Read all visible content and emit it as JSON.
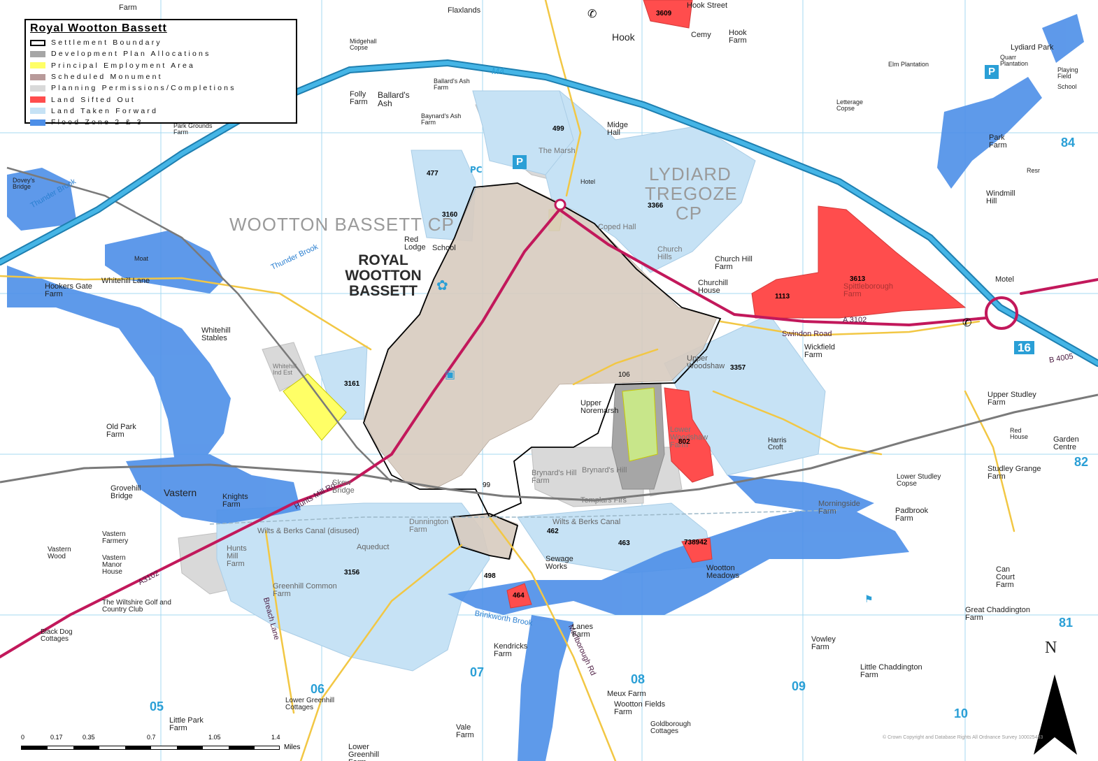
{
  "legend": {
    "title": "Royal Wootton Bassett",
    "items": [
      {
        "label": "Settlement Boundary",
        "fill": "#ffffff",
        "stroke": "#000000"
      },
      {
        "label": "Development Plan Allocations",
        "fill": "#a6a6a6",
        "stroke": "#a6a6a6"
      },
      {
        "label": "Principal Employment Area",
        "fill": "#ffff66",
        "stroke": "#ffff66"
      },
      {
        "label": "Scheduled Monument",
        "fill": "#b89a9a",
        "stroke": "#b89a9a"
      },
      {
        "label": "Planning Permissions/Completions",
        "fill": "#d9d9d9",
        "stroke": "#d9d9d9"
      },
      {
        "label": "Land Sifted Out",
        "fill": "#ff4d4d",
        "stroke": "#ff4d4d"
      },
      {
        "label": "Land Taken Forward",
        "fill": "#c6e2f5",
        "stroke": "#c6e2f5"
      },
      {
        "label": "Flood Zone 2 & 3",
        "fill": "#4d8fe8",
        "stroke": "#4d8fe8"
      }
    ]
  },
  "colors": {
    "land_taken_forward": "#c6e2f5",
    "land_sifted_out": "#ff4d4d",
    "flood_zone": "#4d8fe8",
    "development_plan": "#a6a6a6",
    "planning_permissions": "#d9d9d9",
    "employment_area": "#ffff66",
    "motorway": "#2a9fd6",
    "a_road": "#c2185b",
    "minor_road": "#f2c744",
    "railway": "#7a7a7a",
    "built_up": "#c9b8a8"
  },
  "labels": {
    "town": "ROYAL WOOTTON BASSETT",
    "cp_wootton": "WOOTTON BASSETT CP",
    "cp_lydiard_1": "LYDIARD",
    "cp_lydiard_2": "TREGOZE",
    "cp_lydiard_3": "CP",
    "m4": "M4",
    "junction": "16",
    "a3102": "A3102",
    "a3102_east": "A 3102",
    "b4005": "B 4005",
    "swindon_road": "Swindon Road",
    "thunder_brook_w": "Thunder Brook",
    "thunder_brook_c": "Thunder Brook",
    "whitehill_lane": "Whitehill Lane",
    "brinkworth_brook": "Brinkworth Brook",
    "canal_w": "Wilts & Berks Canal (disused)",
    "canal_e": "Wilts & Berks Canal",
    "aqueduct": "Aqueduct",
    "hunts_mill_rd": "Hunts Mill Rd",
    "breach_lane": "Breach Lane",
    "marlborough_rd": "Marlborough Rd",
    "vastern": "Vastern",
    "copyright": "© Crown Copyright and Database Rights All Ordnance Survey 100025433"
  },
  "places": [
    {
      "name": "Farm"
    },
    {
      "name": "Flaxlands"
    },
    {
      "name": "Hook Street"
    },
    {
      "name": "Hook"
    },
    {
      "name": "Cemy"
    },
    {
      "name": "Hook Farm"
    },
    {
      "name": "Midgehall Copse"
    },
    {
      "name": "Folly Farm"
    },
    {
      "name": "Ballard's Ash"
    },
    {
      "name": "Ballard's Ash Farm"
    },
    {
      "name": "Baynard's Ash Farm"
    },
    {
      "name": "Midge Hall"
    },
    {
      "name": "The Marsh"
    },
    {
      "name": "Elm Plantation"
    },
    {
      "name": "Letterage Copse"
    },
    {
      "name": "Lydiard Park"
    },
    {
      "name": "Quarr Plantation"
    },
    {
      "name": "Playing Field"
    },
    {
      "name": "School"
    },
    {
      "name": "Park Farm"
    },
    {
      "name": "Windmill Hill"
    },
    {
      "name": "Resr"
    },
    {
      "name": "Motel"
    },
    {
      "name": "Hotel"
    },
    {
      "name": "Coped Hall"
    },
    {
      "name": "Church Hills"
    },
    {
      "name": "Church Hill Farm"
    },
    {
      "name": "Churchill House"
    },
    {
      "name": "Spittleborough Farm"
    },
    {
      "name": "Wickfield Farm"
    },
    {
      "name": "Upper Woodshaw"
    },
    {
      "name": "Upper Studley Farm"
    },
    {
      "name": "Red House"
    },
    {
      "name": "Garden Centre"
    },
    {
      "name": "Studley Grange Farm"
    },
    {
      "name": "Lower Studley Copse"
    },
    {
      "name": "Padbrook Farm"
    },
    {
      "name": "Morningside Farm"
    },
    {
      "name": "Harris Croft"
    },
    {
      "name": "Lower Woodshaw Farm"
    },
    {
      "name": "Upper Noremarsh"
    },
    {
      "name": "Brynard's Hill Farm"
    },
    {
      "name": "Brynard's Hill"
    },
    {
      "name": "Templars Firs"
    },
    {
      "name": "Dunnington Farm"
    },
    {
      "name": "Sewage Works"
    },
    {
      "name": "Wootton Meadows"
    },
    {
      "name": "Can Court Farm"
    },
    {
      "name": "Great Chaddington Farm"
    },
    {
      "name": "Vowley Farm"
    },
    {
      "name": "Little Chaddington Farm"
    },
    {
      "name": "Lanes Farm"
    },
    {
      "name": "Kendricks Farm"
    },
    {
      "name": "Meux Farm"
    },
    {
      "name": "Wootton Fields Farm"
    },
    {
      "name": "Goldborough Cottages"
    },
    {
      "name": "Vale Farm"
    },
    {
      "name": "Lower Greenhill Farm"
    },
    {
      "name": "Lower Greenhill Cottages"
    },
    {
      "name": "Little Park Farm"
    },
    {
      "name": "Greenhill Common Farm"
    },
    {
      "name": "The Wiltshire Golf and Country Club"
    },
    {
      "name": "Black Dog Cottages"
    },
    {
      "name": "Vastern Wood"
    },
    {
      "name": "Vastern Farmery"
    },
    {
      "name": "Vastern Manor House"
    },
    {
      "name": "Hunts Mill Farm"
    },
    {
      "name": "Knights Farm"
    },
    {
      "name": "Skew Bridge"
    },
    {
      "name": "Grovehill Bridge"
    },
    {
      "name": "Old Park Farm"
    },
    {
      "name": "Whitehill Stables"
    },
    {
      "name": "Whitehill Ind Est"
    },
    {
      "name": "Hookers Gate Farm"
    },
    {
      "name": "Dovey's Bridge"
    },
    {
      "name": "Moat"
    },
    {
      "name": "Red Lodge"
    },
    {
      "name": "School"
    },
    {
      "name": "Park Grounds Farm"
    }
  ],
  "sites": [
    {
      "id": "3609"
    },
    {
      "id": "499"
    },
    {
      "id": "477"
    },
    {
      "id": "3160"
    },
    {
      "id": "3366"
    },
    {
      "id": "3613"
    },
    {
      "id": "1113"
    },
    {
      "id": "3357"
    },
    {
      "id": "3161"
    },
    {
      "id": "802"
    },
    {
      "id": "462"
    },
    {
      "id": "463"
    },
    {
      "id": "738942"
    },
    {
      "id": "3156"
    },
    {
      "id": "498"
    },
    {
      "id": "464"
    },
    {
      "id": "99"
    },
    {
      "id": "106"
    }
  ],
  "grid": [
    "84",
    "82",
    "81",
    "05",
    "06",
    "07",
    "08",
    "09",
    "10"
  ],
  "north": "N",
  "scale": {
    "ticks": [
      "0",
      "0.17",
      "0.35",
      "0.7",
      "1.05",
      "1.4"
    ],
    "unit": "Miles"
  }
}
